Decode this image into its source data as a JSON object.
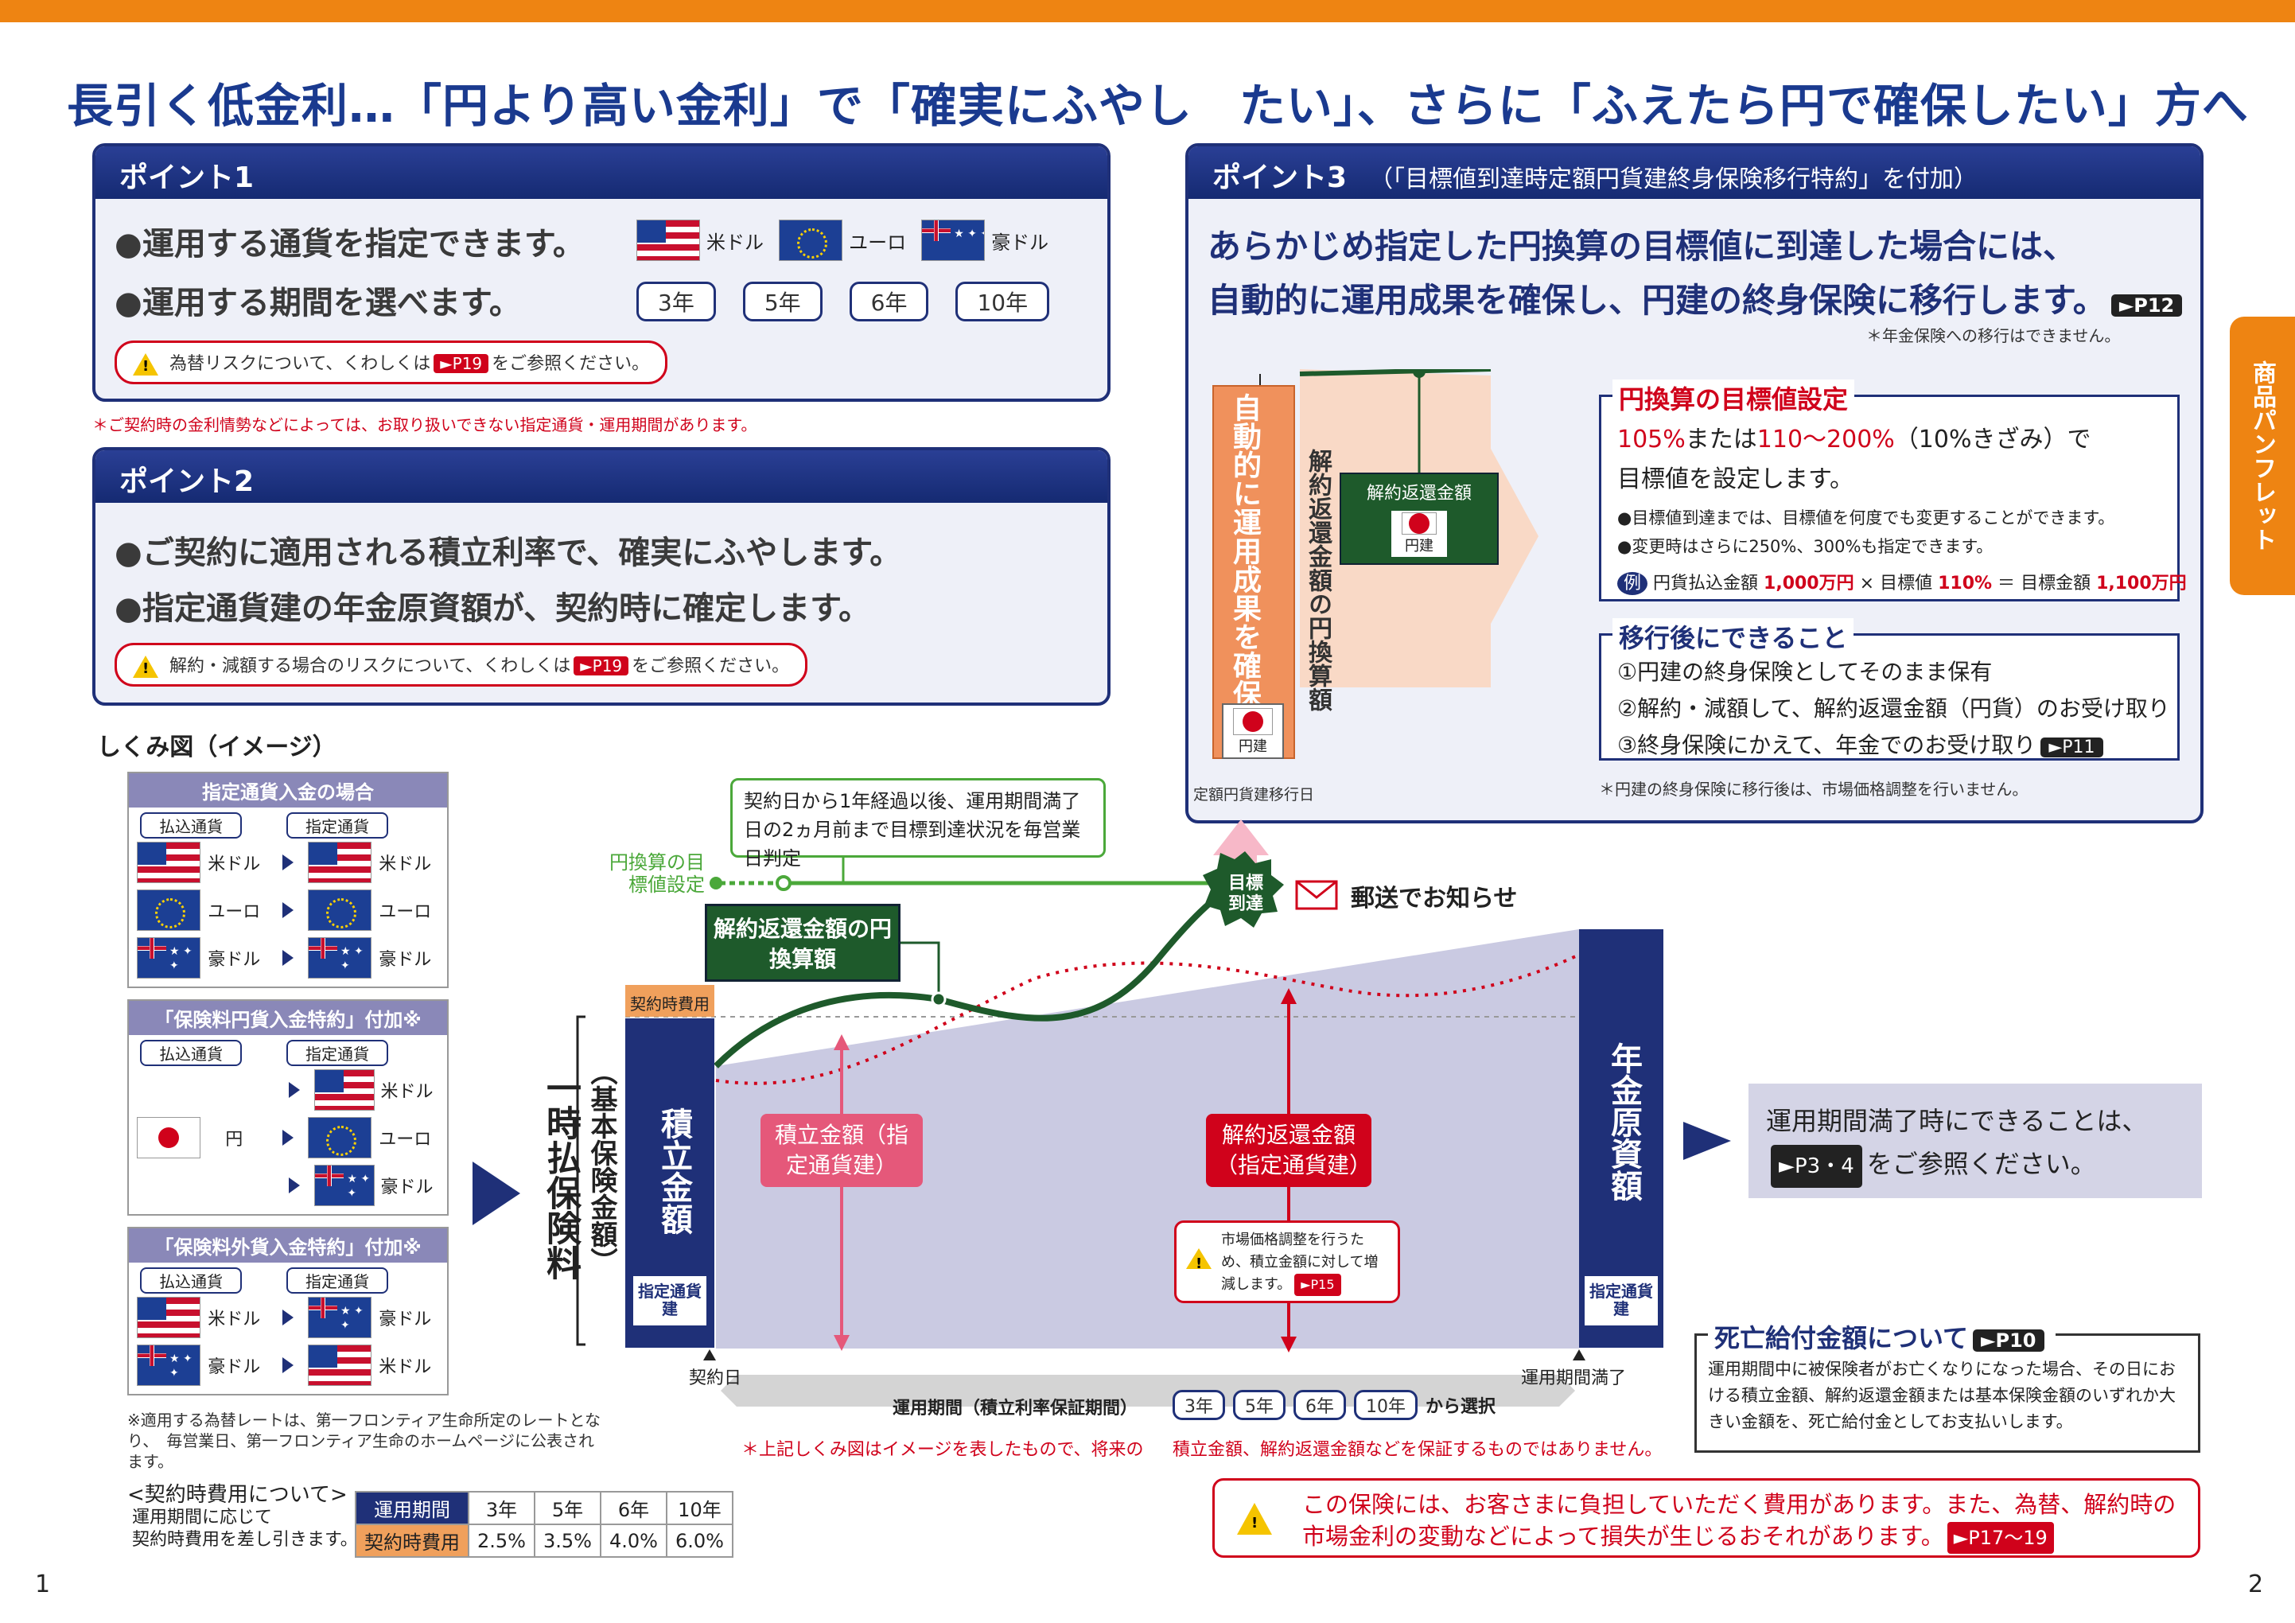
{
  "title": "長引く低金利…「円より高い金利」で「確実にふやし　たい」、さらに「ふえたら円で確保したい」方へ",
  "p1": {
    "head": "ポイント1",
    "l1": "●運用する通貨を指定できます。",
    "l2": "●運用する期間を選べます。",
    "cur": [
      "米ドル",
      "ユーロ",
      "豪ドル"
    ],
    "terms": [
      "3年",
      "5年",
      "6年",
      "10年"
    ],
    "warn_a": "為替リスクについて、くわしくは",
    "warn_ref": "►P19",
    "warn_b": "をご参照ください。",
    "note": "＊ご契約時の金利情勢などによっては、お取り扱いできない指定通貨・運用期間があります。"
  },
  "p2": {
    "head": "ポイント2",
    "l1": "●ご契約に適用される積立利率で、確実にふやします。",
    "l2": "●指定通貨建の年金原資額が、契約時に確定します。",
    "warn_a": "解約・減額する場合のリスクについて、くわしくは",
    "warn_ref": "►P19",
    "warn_b": "をご参照ください。"
  },
  "p3": {
    "head": "ポイント3",
    "head_sub": "（「目標値到達時定額円貨建終身保険移行特約」を付加）",
    "l1": "あらかじめ指定した円換算の目標値に到達した場合には、",
    "l2": "自動的に運用成果を確保し、円建の終身保険に移行します。",
    "ref": "►P12",
    "note1": "＊年金保険への移行はできません。",
    "vert_orange": "自動的に運用成果を確保",
    "vert_dark": "解約返還金額の円換算額",
    "kaiyaku": "解約返還金額",
    "yen": "円建",
    "yen2": "円建",
    "teigaku": "定額円貨建移行日",
    "t_title": "円換算の目標値設定",
    "t_l1a": "105%",
    "t_l1b": "または",
    "t_l1c": "110〜200%",
    "t_l1d": "（10%きざみ）で",
    "t_l2": "目標値を設定します。",
    "t_b1": "●目標値到達までは、目標値を何度でも変更することができます。",
    "t_b2": "●変更時はさらに250%、300%も指定できます。",
    "ex": "例",
    "ex1": "円貨払込金額",
    "ex2": "1,000万円",
    "ex3": "×",
    "ex4": "目標値",
    "ex5": "110%",
    "ex6": "＝",
    "ex7": "目標金額",
    "ex8": "1,100万円",
    "m_title": "移行後にできること",
    "m1": "①円建の終身保険としてそのまま保有",
    "m2": "②解約・減額して、解約返還金額（円貨）のお受け取り",
    "m3": "③終身保険にかえて、年金でのお受け取り",
    "m3ref": "►P11",
    "note2": "＊円建の終身保険に移行後は、市場価格調整を行いません。"
  },
  "side_tab": "商品パンフレット",
  "shikumi": {
    "title": "しくみ図（イメージ）",
    "b1": {
      "h": "指定通貨入金の場合",
      "pay": "払込通貨",
      "des": "指定通貨",
      "rows": [
        [
          "米ドル",
          "米ドル"
        ],
        [
          "ユーロ",
          "ユーロ"
        ],
        [
          "豪ドル",
          "豪ドル"
        ]
      ]
    },
    "b2": {
      "h": "「保険料円貨入金特約」付加※",
      "pay": "払込通貨",
      "des": "指定通貨",
      "yen": "円",
      "rows": [
        "米ドル",
        "ユーロ",
        "豪ドル"
      ]
    },
    "b3": {
      "h": "「保険料外貨入金特約」付加※",
      "pay": "払込通貨",
      "des": "指定通貨",
      "rows": [
        [
          "米ドル",
          "豪ドル"
        ],
        [
          "豪ドル",
          "米ドル"
        ]
      ]
    },
    "note": "※適用する為替レートは、第一フロンティア生命所定のレートとなり、　毎営業日、第一フロンティア生命のホームページに公表されます。"
  },
  "fee": {
    "title": "<契約時費用について>",
    "desc1": "運用期間に応じて",
    "desc2": "契約時費用を差し引きます。",
    "h1": "運用期間",
    "h2": "契約時費用",
    "terms": [
      "3年",
      "5年",
      "6年",
      "10年"
    ],
    "vals": [
      "2.5%",
      "3.5%",
      "4.0%",
      "6.0%"
    ]
  },
  "diagram": {
    "ichiji": "一時払保険料",
    "kihon": "（基本保険金額）",
    "keiyaku_hiyou": "契約時費用",
    "tsumitate": "積立金額",
    "shitei": "指定通貨建",
    "shitei2": "指定通貨建",
    "callout": "契約日から1年経過以後、運用期間満了日の2ヵ月前まで目標到達状況を毎営業日判定",
    "yen_target": "円換算の目標値設定",
    "kaiyaku_yen": "解約返還金額の円換算額",
    "tsumitate_lbl": "積立金額（指定通貨建）",
    "kaiyaku_lbl": "解約返還金額（指定通貨建）",
    "mva": "市場価格調整を行うため、積立金額に対して増減します。",
    "mva_ref": "►P15",
    "goal": "目標到達",
    "mail": "郵送でお知らせ",
    "nenkin": "年金原資額",
    "start": "契約日",
    "end": "運用期間満了",
    "period": "運用期間（積立利率保証期間）",
    "select": "から選択",
    "terms": [
      "3年",
      "5年",
      "6年",
      "10年"
    ],
    "disclaimer_a": "＊上記しくみ図はイメージを表したもので、将来の",
    "disclaimer_b": "積立金額、解約返還金額などを保証するものではありません。",
    "manryo1": "運用期間満了時にできることは、",
    "manryo_ref": "►P3・4",
    "manryo2": "をご参照ください。"
  },
  "death": {
    "title": "死亡給付金額について",
    "ref": "►P10",
    "text": "運用期間中に被保険者がお亡くなりになった場合、その日における積立金額、解約返還金額または基本保険金額のいずれか大きい金額を、死亡給付金としてお支払いします。"
  },
  "risk": {
    "l1": "この保険には、お客さまに負担していただく費用があります。また、為替、解約時の",
    "l2": "市場金利の変動などによって損失が生じるおそれがあります。",
    "ref": "►P17〜19"
  },
  "page_left": "1",
  "page_right": "2",
  "colors": {
    "orange": "#ee8412",
    "navy": "#1f3078",
    "green": "#1e5a2b",
    "red": "#d0021b",
    "lavender": "#c9c9e0"
  }
}
